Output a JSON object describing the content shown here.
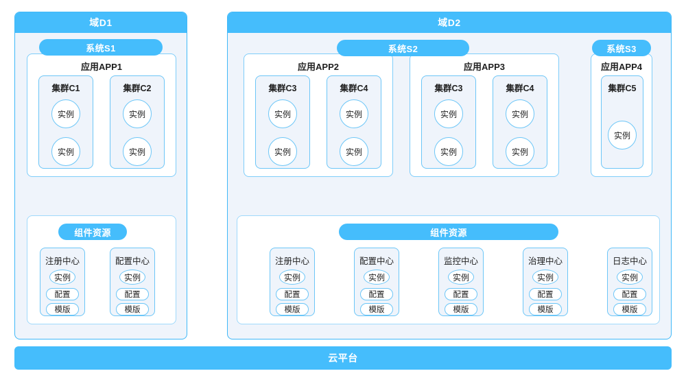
{
  "colors": {
    "accent": "#45bdfc",
    "panel_bg": "#eff4fb",
    "card_bg": "#ffffff",
    "border_light": "#9fd9fb",
    "border_mid": "#6cc6f7",
    "text": "#1f1f1f",
    "header_text": "#ffffff"
  },
  "labels": {
    "instance": "实例",
    "config_chip": "配置",
    "template_chip": "模版",
    "component_resource": "组件资源"
  },
  "platform": {
    "label": "云平台"
  },
  "domains": [
    {
      "id": "D1",
      "title": "域D1",
      "systems": [
        {
          "id": "S1",
          "title": "系统S1",
          "apps": [
            {
              "id": "APP1",
              "title": "应用APP1",
              "clusters": [
                {
                  "id": "C1",
                  "title": "集群C1",
                  "instances": [
                    "实例",
                    "实例"
                  ]
                },
                {
                  "id": "C2",
                  "title": "集群C2",
                  "instances": [
                    "实例",
                    "实例"
                  ]
                }
              ]
            }
          ]
        }
      ],
      "component_resource": {
        "title": "组件资源",
        "components": [
          {
            "title": "注册中心",
            "instance": "实例",
            "chips": [
              "配置",
              "模版"
            ]
          },
          {
            "title": "配置中心",
            "instance": "实例",
            "chips": [
              "配置",
              "模版"
            ]
          }
        ]
      }
    },
    {
      "id": "D2",
      "title": "域D2",
      "systems": [
        {
          "id": "S2",
          "title": "系统S2",
          "apps": [
            {
              "id": "APP2",
              "title": "应用APP2",
              "clusters": [
                {
                  "id": "C3",
                  "title": "集群C3",
                  "instances": [
                    "实例",
                    "实例"
                  ]
                },
                {
                  "id": "C4",
                  "title": "集群C4",
                  "instances": [
                    "实例",
                    "实例"
                  ]
                }
              ]
            },
            {
              "id": "APP3",
              "title": "应用APP3",
              "clusters": [
                {
                  "id": "C3",
                  "title": "集群C3",
                  "instances": [
                    "实例",
                    "实例"
                  ]
                },
                {
                  "id": "C4",
                  "title": "集群C4",
                  "instances": [
                    "实例",
                    "实例"
                  ]
                }
              ]
            }
          ]
        },
        {
          "id": "S3",
          "title": "系统S3",
          "apps": [
            {
              "id": "APP4",
              "title": "应用APP4",
              "clusters": [
                {
                  "id": "C5",
                  "title": "集群C5",
                  "instances": [
                    "实例"
                  ]
                }
              ]
            }
          ]
        }
      ],
      "component_resource": {
        "title": "组件资源",
        "components": [
          {
            "title": "注册中心",
            "instance": "实例",
            "chips": [
              "配置",
              "模版"
            ]
          },
          {
            "title": "配置中心",
            "instance": "实例",
            "chips": [
              "配置",
              "模版"
            ]
          },
          {
            "title": "监控中心",
            "instance": "实例",
            "chips": [
              "配置",
              "模版"
            ]
          },
          {
            "title": "治理中心",
            "instance": "实例",
            "chips": [
              "配置",
              "模版"
            ]
          },
          {
            "title": "日志中心",
            "instance": "实例",
            "chips": [
              "配置",
              "模版"
            ]
          }
        ]
      }
    }
  ]
}
